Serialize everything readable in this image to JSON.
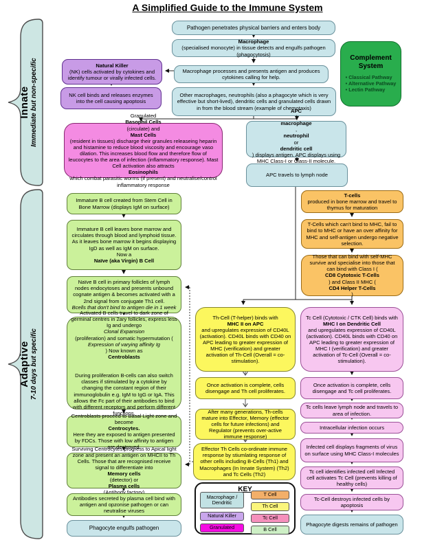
{
  "title": "A Simplified Guide to the Immune System",
  "sections": {
    "innate": {
      "label": "Innate",
      "sub": "Immediate but non-specific"
    },
    "adaptive": {
      "label": "Adaptive",
      "sub": "7-10 days but specific"
    }
  },
  "complement": {
    "title_line1": "Complement",
    "title_line2": "System",
    "items": [
      "Classical Pathway",
      "Alternative Pathway",
      "Lectin Pathway"
    ]
  },
  "boxes": {
    "pathogen": {
      "text": "Pathogen penetrates physical barriers and enters body"
    },
    "macro_detect": {
      "text": "**Macrophage** (specialised monocyte) in tissue detects and engulfs pathogen (phagocytosis)"
    },
    "macro_process": {
      "text": "Macrophage processes and presents antigen and produces cytokines calling for help."
    },
    "other_cells": {
      "text": "Other macrophages, neutrophils (also a phagocyte which is very effective but short-lived), dendritic cells and granulated cells drawn in from the blood stream (example of chemotaxis)"
    },
    "nk1": {
      "text": "**Natural Killer** (NK) cells activated by cytokines and identify tumour or virally infected cells."
    },
    "nk2": {
      "text": "NK cell binds and releases enzymes into the cell causing apoptosis"
    },
    "granulated": {
      "text": "Granulated **Basophil Cells** (circulate) and **Mast Cells** (resident in tissues) discharge their granules releaseing heparin and histamine to reduce blood viscosity and encourage vaso dilation. This increases blood flow and therefore flow of leucocytes to the area of infection (inflammatory response). Mast Cell activation also attracts **Eosinophils** which combat parasitic worms (if present) and neutralise/control inflammatory response"
    },
    "apc1": {
      "text": "**APC** (**macrophage**, **neutrophil** or **dendritic cell**) displays antigen. APC displays using MHC Class-I or Class-II molecule. Others only present using MHC II"
    },
    "apc2": {
      "text": "APC travels to lymph node"
    },
    "o1": {
      "text": "**T-cells** produced in bone marrow and travel to thymus for maturation"
    },
    "o2": {
      "text": "T-Cells which can't bind to MHC, fail to bind to MHC or have an over affinity for MHC and self-antigen undergo negative selection."
    },
    "o3": {
      "text": "Those that can bind with self-MHC survive and specialise into those that can bind with Class I (**CD8 Cytotoxic T-Cells**) and Class II MHC (**CD4 Helper T-Cells**)"
    },
    "g1": {
      "text": "Immature B cell created from Stem Cell in Bone Marrow (displays IgM on surface)"
    },
    "g2": {
      "text": "Immature B cell leaves bone marrow and circulates through blood and lymphoid tissue. As it leaves bone marrow it begins displaying IgD as well as IgM on surface.\nNow a **Naïve (aka Virgin) B Cell**"
    },
    "g3": {
      "text": "Naïve B cell in primary follicles of lymph nodes endocytoses and presents unbound cognate antigen & becomes activated with a 2nd signal from conjugate Th1 cell.\n*Bcells that don't bind to antigen die in 1 week*"
    },
    "g4": {
      "text": "Activated B cells travel to dark zone of germinal centres in 2ary follicles, express less Ig and undergo *Clonal Expansion* (proliferation) and somatic hypermutation (*Expression of varying affinity Ig*) Now known as **Centroblasts**\n\nDuring proliferation B-cells can also switch classes if stimulated by a cytokine by changing the constant region of their immunoglobulin e.g. IgM to IgG or IgA. This allows the Fc part of their antibodies to bind with different receptors and perform different functions."
    },
    "g5": {
      "text": "Centroblasts proceed to Basal Light zone and become **Centrocytes.** Here they are exposed to antigen presented by FDCs. Those with low affinity to antigen are destroyed."
    },
    "g6": {
      "text": "Surviving Centrocytes progress to Apical light zone and present an antigen on MHCII to Th Cells. Those that are recognised receive signal to differentiate into **Memory cells** (detector) or **Plasma cells** (Antibody factory)"
    },
    "g7": {
      "text": "Antibodies secreted by plasma cell bind with antigen and opzonise pathogen or can neutralise viruses"
    },
    "g8": {
      "text": "Phagocyte engulfs pathogen"
    },
    "y1": {
      "text": "Th-Cell (T-helper) binds with **MHC II on APC** and upregulates expression of CD40L (activation). CD40L binds with CD40 on APC leading to greater expression of MHC (verification) and greater activation of Th-Cell (Overall = co-stimulation)."
    },
    "y2": {
      "text": "Once activation is complete, cells disengage and Th cell proliferates."
    },
    "y3": {
      "text": "After many generations, Th-cells mature into Effector, Memory (effector cells for future infections) and Regulator (prevents over-active immune response)"
    },
    "y4": {
      "text": "Effector Th Cells co-ordinate immune response by stiumlating response of other cells including B-Cells (Th1) and Macrophages (In Innate System) (Th2) and Tc Cells (Th2)"
    },
    "p1": {
      "text": "Tc Cell (Cytotoxic / CTK Cell) binds with **MHC I on Dendritic Cell** and upregulates expression of CD40L (activation). CD40L binds with CD40 on APC leading to greater expression of MHC I (verification) and greater activation of Tc-Cell (Overall = co-stimulation)."
    },
    "p2": {
      "text": "Once activation is complete, cells disengage and Tc cell proliferates."
    },
    "p3": {
      "text": "Tc cells leave lymph node and travels to area of infection."
    },
    "p4": {
      "text": "Intracellular infection occurs"
    },
    "p5": {
      "text": "Infected cell displays fragments of virus on surface using MHC Class-I molecules"
    },
    "p6": {
      "text": "Tc cell identifies infected cell Infected cell activates Tc Cell (prevents killing of healthy cells)"
    },
    "p7": {
      "text": "Tc-Cell destroys infected cells by apoptosis"
    },
    "p8": {
      "text": "Phagocyte digests remains of pathogen"
    }
  },
  "key": {
    "title": "KEY",
    "items": [
      {
        "label": "Macrophage / Dendritic",
        "color": "#C2E2E4"
      },
      {
        "label": "Natural Killer",
        "color": "#C9A6EC"
      },
      {
        "label": "Granulated",
        "color": "#F50CE2"
      },
      {
        "label": "T Cell",
        "color": "#F2AF69"
      },
      {
        "label": "Th Cell",
        "color": "#FBF57C"
      },
      {
        "label": "Tc Cell",
        "color": "#F590BC"
      },
      {
        "label": "B Cell",
        "color": "#CDEFC5"
      }
    ]
  },
  "colors": {
    "innate_box": "#C9E5EA",
    "nk_box": "#C89BE6",
    "granulated_box": "#F48BE2",
    "b_cell_box": "#CBF19B",
    "th_cell_box": "#FCF75E",
    "tc_cell_box": "#F7C7F0",
    "t_cell_box": "#FAC365",
    "complement_box": "#29AD4D",
    "bracket": "#CDE6E3"
  }
}
